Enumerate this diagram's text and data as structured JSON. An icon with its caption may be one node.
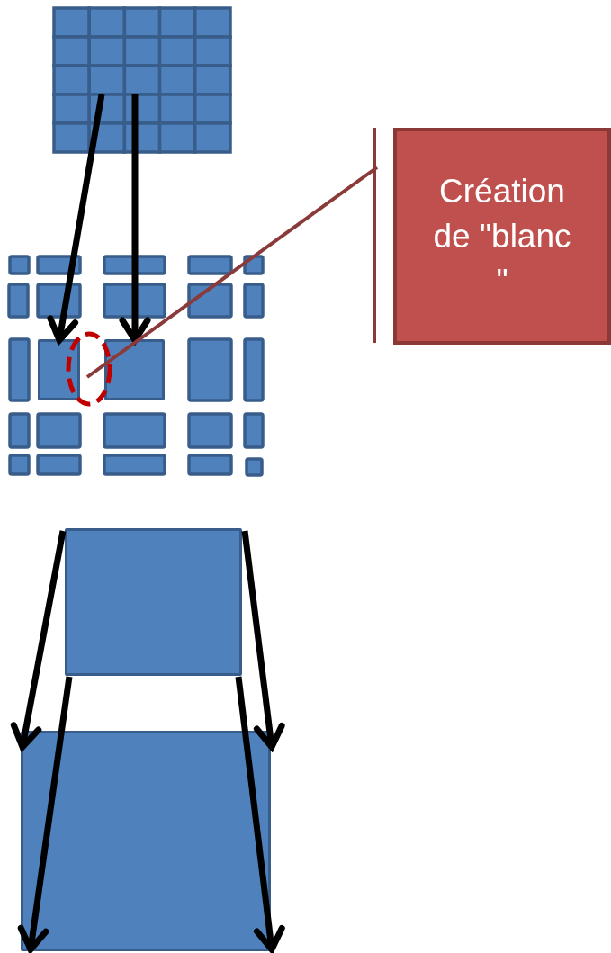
{
  "diagram": {
    "nodes": [
      {
        "text": [],
        "shape": "grid"
      },
      {
        "text": [],
        "shape": "box"
      },
      {
        "text": [],
        "shape": "box"
      },
      {
        "text": [],
        "shape": "ellipse"
      },
      {
        "text": [
          "Création de \"blanc \""
        ]
      },
      {
        "text": [],
        "shape": "box"
      },
      {
        "text": [],
        "shape": "box"
      }
    ],
    "edges": [
      {
        "from": 0,
        "to": 1,
        "arrow": "to"
      },
      {
        "from": 0,
        "to": 2,
        "arrow": "to"
      },
      {
        "from": 4,
        "to": 3,
        "arrow": "none",
        "color": "#8b3a3a"
      },
      {
        "from": 5,
        "to": 6,
        "arrow": "to"
      },
      {
        "from": 5,
        "to": 6,
        "arrow": "to"
      },
      {
        "from": 5,
        "to": 6,
        "arrow": "to"
      },
      {
        "from": 5,
        "to": 6,
        "arrow": "to"
      }
    ]
  }
}
